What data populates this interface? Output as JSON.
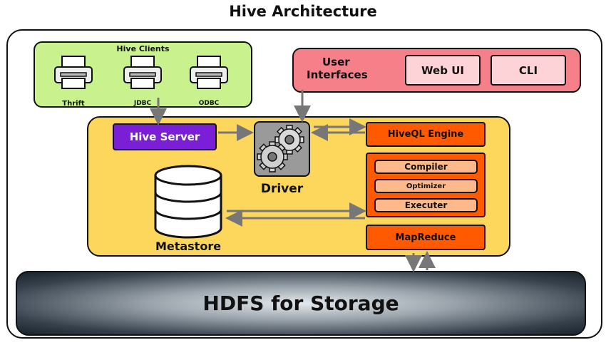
{
  "title": "Hive Architecture",
  "clients": {
    "title": "Hive Clients",
    "items": [
      {
        "label": "Thrift",
        "icon": "printer-icon"
      },
      {
        "label": "JDBC",
        "icon": "printer-icon"
      },
      {
        "label": "ODBC",
        "icon": "printer-icon"
      }
    ]
  },
  "user_interfaces": {
    "title_line1": "User",
    "title_line2": "Interfaces",
    "buttons": [
      "Web UI",
      "CLI"
    ]
  },
  "hive_server": "Hive Server",
  "driver": {
    "label": "Driver",
    "icon": "gears-icon"
  },
  "metastore": {
    "label": "Metastore",
    "icon": "database-icon"
  },
  "hiveql_engine": "HiveQL Engine",
  "engine_stack": [
    "Compiler",
    "Optimizer",
    "Executer"
  ],
  "mapreduce": "MapReduce",
  "hdfs": "HDFS for Storage",
  "colors": {
    "clients_bg": "#c9f28f",
    "ui_bg": "#f5808a",
    "core_bg": "#fdd65c",
    "hive_server_bg": "#7b1fd6",
    "engine_bg": "#ff5a00",
    "pill_bg": "#fdb989"
  }
}
